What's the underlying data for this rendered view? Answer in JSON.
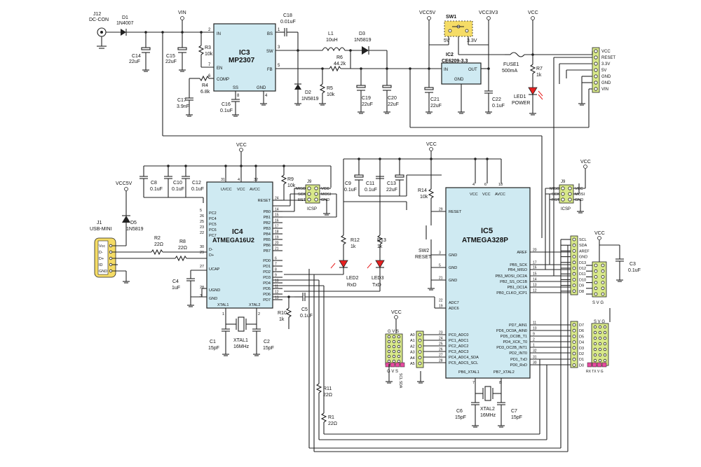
{
  "power": {
    "j12": "J12",
    "j12_name": "DC-CON",
    "d1": "D1",
    "d1_part": "1N4007",
    "c14": "C14",
    "c14_val": "22uF",
    "c15": "C15",
    "c15_val": "22uF",
    "vin": "VIN",
    "r3": "R3",
    "r3_val": "10k",
    "r4": "R4",
    "r4_val": "6.8k",
    "c17": "C17",
    "c17_val": "3.9nF",
    "c16": "C16",
    "c16_val": "0.1uF",
    "c18": "C18",
    "c18_val": "0.01uF",
    "l1": "L1",
    "l1_val": "10uH",
    "d3": "D3",
    "d3_part": "1N5819",
    "d2": "D2",
    "d2_part": "1N5819",
    "r6": "R6",
    "r6_val": "44.2k",
    "r5": "R5",
    "r5_val": "10k",
    "c19": "C19",
    "c19_val": "22uF",
    "c20": "C20",
    "c20_val": "22uF",
    "ic3": "IC3",
    "ic3_part": "MP2307",
    "ic3_pins": [
      "IN",
      "EN",
      "COMP",
      "SS",
      "GND",
      "BS",
      "SW",
      "FB"
    ],
    "ic3_nums": [
      "2",
      "7",
      "6",
      "8",
      "4",
      "1",
      "3",
      "5"
    ],
    "vcc5v": "VCC5V",
    "vcc3v3": "VCC3V3",
    "vcc": "VCC",
    "sw1": "SW1",
    "sw1_5v": "5V",
    "sw1_33v": "3.3V",
    "ic2": "IC2",
    "ic2_part": "CE6209-3.3",
    "ic2_in": "IN",
    "ic2_out": "OUT",
    "ic2_gnd": "GND",
    "c21": "C21",
    "c21_val": "22uF",
    "c22": "C22",
    "c22_val": "0.1uF",
    "fuse1": "FUSE1",
    "fuse1_val": "500mA",
    "r7": "R7",
    "r7_val": "1k",
    "led1": "LED1",
    "led1_name": "POWER",
    "header": [
      "VCC",
      "RESET",
      "3.3V",
      "5V",
      "GND",
      "GND",
      "VIN"
    ]
  },
  "ic4": {
    "name": "IC4",
    "part": "ATMEGA16U2",
    "top_pins": [
      "UVCC",
      "VCC",
      "AVCC"
    ],
    "top_nums": [
      "31",
      "4",
      "32"
    ],
    "left_pins": [
      "PC2",
      "PC4",
      "PC5",
      "PC6",
      "PC7",
      "D-",
      "D+",
      "UCAP",
      "UGND",
      "GND"
    ],
    "left_nums": [
      "5",
      "26",
      "25",
      "23",
      "22",
      "30",
      "29",
      "27",
      "28",
      "3"
    ],
    "right_pins": [
      "RESET",
      "PB0",
      "PB1",
      "PB2",
      "PB3",
      "PB4",
      "PB5",
      "PB6",
      "PB7",
      "PD0",
      "PD1",
      "PD2",
      "PD3",
      "PD4",
      "PD5",
      "PD6",
      "PD7"
    ],
    "right_nums": [
      "24",
      "14",
      "15",
      "16",
      "17",
      "18",
      "19",
      "20",
      "21",
      "6",
      "7",
      "8",
      "9",
      "10",
      "11",
      "12",
      "13"
    ],
    "bottom_pins": [
      "XTAL1",
      "XTAL2"
    ],
    "bottom_nums": [
      "1",
      "2"
    ],
    "c8": "C8",
    "c8_val": "0.1uF",
    "c10": "C10",
    "c10_val": "0.1uF",
    "c12": "C12",
    "c12_val": "0.1uF",
    "r9": "R9",
    "r9_val": "10k",
    "vcc": "VCC",
    "j9": "J9",
    "icsp": "ICSP",
    "icsp_l": [
      "MISO",
      "SCK",
      "RST"
    ],
    "icsp_r": [
      "VCC",
      "MOSI",
      "GND"
    ],
    "vcc5v": "VCC5V",
    "j1": "J1",
    "j1_name": "USB-MINI",
    "usb_pins": [
      "Vcc",
      "D-",
      "D+",
      "ID",
      "GND"
    ],
    "d5": "D5",
    "d5_part": "1N5819",
    "r2": "R2",
    "r2_val": "22Ω",
    "r8": "R8",
    "r8_val": "22Ω",
    "c4": "C4",
    "c4_val": "1uF",
    "c1": "C1",
    "c1_val": "15pF",
    "xtal1": "XTAL1",
    "xtal1_val": "16MHz",
    "c2": "C2",
    "c2_val": "15pF",
    "r10": "R10",
    "r10_val": "1k",
    "c5": "C5",
    "c5_val": "0.1uF",
    "r12": "R12",
    "r12_val": "1k",
    "r13": "R13",
    "r13_val": "1k",
    "led2": "LED2",
    "led2_name": "RxD",
    "led3": "LED3",
    "led3_name": "TxD",
    "r11": "R11",
    "r11_val": "22Ω",
    "r1": "R1",
    "r1_val": "22Ω"
  },
  "ic5": {
    "name": "IC5",
    "part": "ATMEGA328P",
    "top_pins": [
      "VCC",
      "VCC",
      "AVCC"
    ],
    "top_nums": [
      "4",
      "6",
      "18"
    ],
    "left_pins": [
      "RESET",
      "GND",
      "GND",
      "GND",
      "ADC7",
      "ADC6",
      "PC0_ADC0",
      "PC1_ADC1",
      "PC2_ADC2",
      "PC3_ADC3",
      "PC4_ADC4_SDA",
      "PC5_ADC5_SCL"
    ],
    "left_nums": [
      "29",
      "3",
      "5",
      "21",
      "22",
      "19",
      "23",
      "24",
      "25",
      "26",
      "27",
      "28"
    ],
    "right_pins": [
      "AREF",
      "PB5_SCK",
      "PB4_MISO",
      "PB3_MOSI_OC2A",
      "PB2_SS_OC1B",
      "PB1_OC1A",
      "PB0_CLKO_ICP1",
      "PD7_AIN1",
      "PD6_OC0A_AIN0",
      "PD5_OC0B_T1",
      "PD4_XCK_T0",
      "PD3_OC2B_INT1",
      "PD2_INT0",
      "PD1_TxD",
      "PD0_RxD"
    ],
    "right_nums": [
      "20",
      "17",
      "16",
      "15",
      "14",
      "13",
      "12",
      "11",
      "10",
      "9",
      "2",
      "1",
      "32",
      "31",
      "30"
    ],
    "bottom_pins": [
      "PB6_XTAL1",
      "PB7_XTAL2"
    ],
    "bottom_nums": [
      "7",
      "8"
    ],
    "c9": "C9",
    "c9_val": "0.1uF",
    "c11": "C11",
    "c11_val": "0.1uF",
    "c13": "C13",
    "c13_val": "22uF",
    "vcc": "VCC",
    "r14": "R14",
    "r14_val": "10k",
    "sw2": "SW2",
    "sw2_name": "RESET",
    "j9": "J9",
    "icsp": "ICSP",
    "icsp_l": [
      "MISO",
      "SCK",
      "RST"
    ],
    "icsp_r": [
      "VCC",
      "MOSI",
      "GND"
    ],
    "c3": "C3",
    "c3_val": "0.1uF",
    "c6": "C6",
    "c6_val": "15pF",
    "xtal2": "XTAL2",
    "xtal2_val": "16MHz",
    "c7": "C7",
    "c7_val": "15pF",
    "hdr_b": [
      "SCL",
      "SDA",
      "AREF",
      "GND",
      "D13",
      "D12",
      "D11",
      "D10",
      "D9",
      "D8"
    ],
    "hdr_d": [
      "D7",
      "D6",
      "D5",
      "D4",
      "D3",
      "D2",
      "D1",
      "D0"
    ],
    "hdr_a": [
      "A0",
      "A1",
      "A2",
      "A3",
      "A4",
      "A5"
    ],
    "svg": "S V G",
    "gvs": "G V S",
    "rxtx": "RX TX V G",
    "scl_sda": "SCL SDA"
  }
}
